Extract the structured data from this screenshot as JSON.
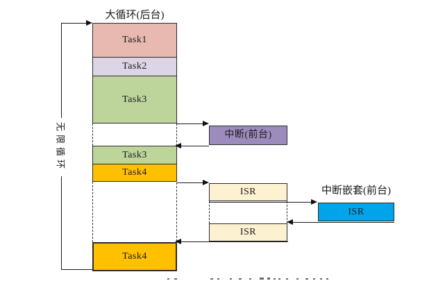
{
  "diagram": {
    "title": "大循环(后台)",
    "loop_label": "无限循环",
    "main_column": {
      "segments": [
        {
          "label": "Task1",
          "color": "#e7b9b1"
        },
        {
          "label": "Task2",
          "color": "#dcd5e6"
        },
        {
          "label": "Task3",
          "color": "#bdd49b"
        },
        {
          "label": "Task3",
          "color": "#bdd49b"
        },
        {
          "label": "Task4",
          "color": "#ffc000"
        },
        {
          "label": "Task4",
          "color": "#ffc000"
        }
      ]
    },
    "foreground": {
      "interrupt": {
        "label": "中断(前台)",
        "color": "#9c8cbd"
      },
      "isr_first": {
        "label": "ISR",
        "color": "#fcf2d1"
      },
      "isr_second": {
        "label": "ISR",
        "color": "#fcf2d1"
      }
    },
    "nested": {
      "title": "中断嵌套(前台)",
      "isr": {
        "label": "ISR",
        "color": "#00a5e9"
      }
    }
  }
}
